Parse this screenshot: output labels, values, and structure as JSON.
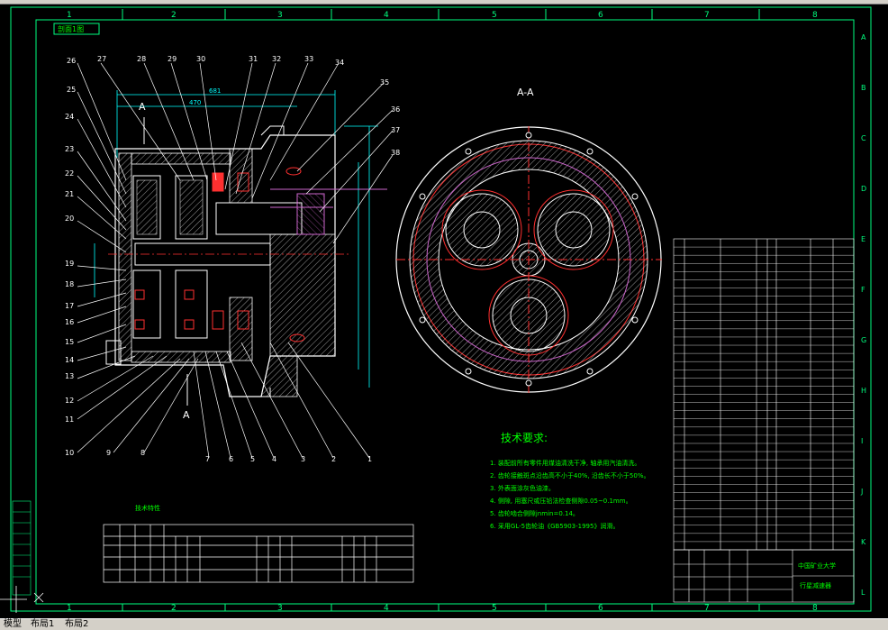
{
  "drawing": {
    "section_label": "A-A",
    "section_mark_top": "A",
    "section_mark_bottom": "A",
    "title_tag": "剖面1图",
    "dims": {
      "d1": "681",
      "d2": "470"
    },
    "column_numbers": [
      "1",
      "2",
      "3",
      "4",
      "5",
      "6",
      "7",
      "8"
    ],
    "row_letters": [
      "A",
      "B",
      "C",
      "D",
      "E",
      "F",
      "G",
      "H",
      "I",
      "J",
      "K",
      "L"
    ],
    "leaders_left": [
      "26",
      "25",
      "24",
      "23",
      "22",
      "21",
      "20",
      "19",
      "18",
      "17",
      "16",
      "15",
      "14",
      "13",
      "12",
      "11",
      "10",
      "9",
      "8"
    ],
    "leaders_top": [
      "27",
      "28",
      "29",
      "30",
      "31",
      "32",
      "33",
      "34",
      "35",
      "36",
      "37",
      "38"
    ],
    "leaders_bottom": [
      "7",
      "6",
      "5",
      "4",
      "3",
      "2",
      "1"
    ],
    "tech_title": "技术要求:",
    "tech_lines": [
      "1. 装配前所有零件用煤油清洗干净, 轴承用汽油清洗。",
      "2. 齿轮接触斑点沿齿高不小于40%, 沿齿长不小于50%。",
      "3. 外表面涂灰色油漆。",
      "4. 侧隙, 用塞尺或压铅法检查侧隙0.05~0.1mm。",
      "5. 齿轮啮合侧隙jnmin=0.14。",
      "6. 采用GL-5齿轮油《GB5903-1995》润滑。"
    ],
    "table_title": "技术特性",
    "title_block": {
      "school": "中国矿业大学",
      "name": "行星减速器"
    }
  },
  "tabs": [
    {
      "label": "模型"
    },
    {
      "label": "布局1"
    },
    {
      "label": "布局2"
    }
  ],
  "colors": {
    "background": "#000000",
    "frame": "#00ff7f",
    "line": "#ffffff",
    "section": "#ff3030",
    "dimension": "#00ffff",
    "hatch": "#cc66cc",
    "text": "#00ff00"
  }
}
